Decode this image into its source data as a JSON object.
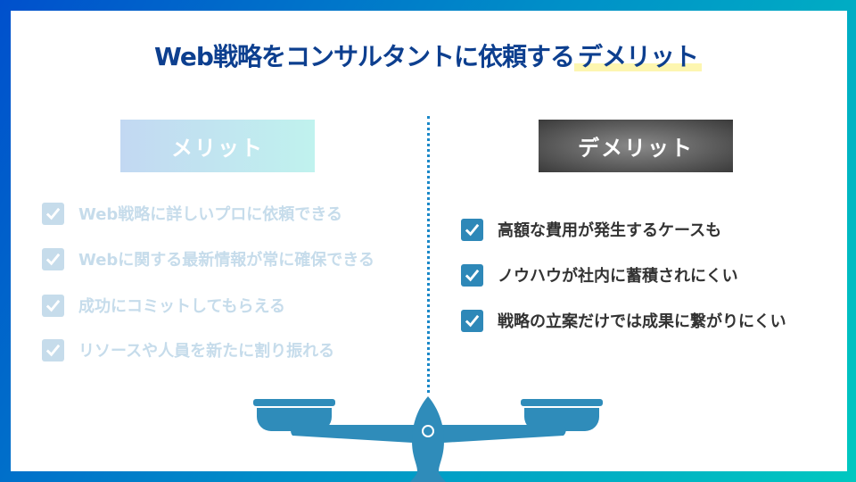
{
  "title": {
    "main": "Web戦略をコンサルタントに依頼する",
    "highlight": "デメリット"
  },
  "merit": {
    "label": "メリット",
    "items": [
      "Web戦略に詳しいプロに依頼できる",
      "Webに関する最新情報が常に確保できる",
      "成功にコミットしてもらえる",
      "リソースや人員を新たに割り振れる"
    ]
  },
  "demerit": {
    "label": "デメリット",
    "items": [
      "高額な費用が発生するケースも",
      "ノウハウが社内に蓄積されにくい",
      "戦略の立案だけでは成果に繋がりにくい"
    ]
  },
  "colors": {
    "title": "#0d3f8f",
    "check": "#2e88b8",
    "scale": "#2f8cba"
  }
}
